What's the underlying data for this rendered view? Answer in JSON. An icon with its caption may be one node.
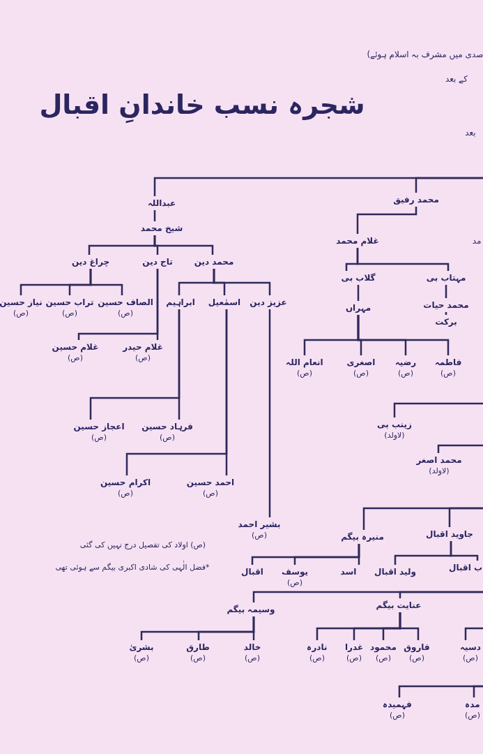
{
  "diagram": {
    "title": "شجرہ نسب خاندانِ اقبال",
    "nodes": [
      {
        "text": [
          "عبداللہ"
        ]
      },
      {
        "text": [
          "محمد رفیق"
        ]
      },
      {
        "text": [
          "شیخ محمد"
        ]
      },
      {
        "text": [
          "محمد دین"
        ]
      },
      {
        "text": [
          "تاج دین"
        ]
      },
      {
        "text": [
          "چراغ دین"
        ]
      },
      {
        "text": [
          "الصاف حسین"
        ],
        "beside": [
          "(ص)"
        ]
      },
      {
        "text": [
          "تراب حسین"
        ],
        "beside": [
          "(ص)"
        ]
      },
      {
        "text": [
          "نیاز حسین"
        ],
        "beside": [
          "(ص)"
        ]
      },
      {
        "text": [
          "غلام حیدر"
        ],
        "beside": [
          "(ص)"
        ]
      },
      {
        "text": [
          "غلام حسین"
        ],
        "beside": [
          "(ص)"
        ]
      },
      {
        "text": [
          "ابراہیم"
        ]
      },
      {
        "text": [
          "اسمٰعیل"
        ]
      },
      {
        "text": [
          "عزیز دین"
        ]
      },
      {
        "text": [
          "فرہاد حسین"
        ],
        "beside": [
          "(ص)"
        ]
      },
      {
        "text": [
          "اعجاز حسین"
        ],
        "beside": [
          "(ص)"
        ]
      },
      {
        "text": [
          "احمد حسین"
        ],
        "beside": [
          "(ص)"
        ]
      },
      {
        "text": [
          "اکرام حسین"
        ],
        "beside": [
          "(ص)"
        ]
      },
      {
        "text": [
          "بشیر احمد"
        ],
        "beside": [
          "(ص)"
        ]
      },
      {
        "text": [
          "غلام محمد"
        ]
      },
      {
        "text": [
          "گلاب بی"
        ]
      },
      {
        "text": [
          "مہتاب بی"
        ]
      },
      {
        "text": [
          "مہراں"
        ]
      },
      {
        "text": [
          "محمد حیات"
        ]
      },
      {
        "text": [
          "برکت"
        ]
      },
      {
        "text": [
          "انعام اللہ"
        ],
        "beside": [
          "(ص)"
        ]
      },
      {
        "text": [
          "اصغری"
        ],
        "beside": [
          "(ص)"
        ]
      },
      {
        "text": [
          "رضیہ"
        ],
        "beside": [
          "(ص)"
        ]
      },
      {
        "text": [
          "فاطمہ"
        ],
        "beside": [
          "(ص)"
        ]
      },
      {
        "text": [
          "زینب بی"
        ],
        "beside": [
          "(لاولد)"
        ]
      },
      {
        "text": [
          "محمد اصغر"
        ],
        "beside": [
          "(لاولد)"
        ]
      },
      {
        "text": [
          "منیرہ بیگم"
        ]
      },
      {
        "text": [
          "جاوید اقبال"
        ]
      },
      {
        "text": [
          "اسد"
        ]
      },
      {
        "text": [
          "یوسف"
        ],
        "beside": [
          "(ص)"
        ]
      },
      {
        "text": [
          "اقبال"
        ]
      },
      {
        "text": [
          "ولید اقبال"
        ]
      },
      {
        "text": [
          "ب اقبال"
        ]
      },
      {
        "text": [
          "عنایت بیگم"
        ]
      },
      {
        "text": [
          "وسیمہ بیگم"
        ]
      },
      {
        "text": [
          "خالد"
        ],
        "beside": [
          "(ص)"
        ]
      },
      {
        "text": [
          "طارق"
        ],
        "beside": [
          "(ص)"
        ]
      },
      {
        "text": [
          "بشریٰ"
        ],
        "beside": [
          "(ص)"
        ]
      },
      {
        "text": [
          "فاروق"
        ],
        "beside": [
          "(ص)"
        ]
      },
      {
        "text": [
          "محمود"
        ],
        "beside": [
          "(ص)"
        ]
      },
      {
        "text": [
          "غدرا"
        ],
        "beside": [
          "(ص)"
        ]
      },
      {
        "text": [
          "نادرہ"
        ],
        "beside": [
          "(ص)"
        ]
      },
      {
        "text": [
          "فہمیدہ"
        ],
        "beside": [
          "(ص)"
        ]
      },
      {
        "text": [
          "دسیہ"
        ],
        "beside": [
          "(ص)"
        ]
      },
      {
        "text": [
          "مدہ"
        ],
        "beside": [
          "(ص)"
        ]
      }
    ],
    "edges": [
      {
        "from": null,
        "to": 0,
        "arrow": "none"
      },
      {
        "from": null,
        "to": 1,
        "arrow": "none"
      },
      {
        "from": 0,
        "to": 2,
        "arrow": "none"
      },
      {
        "from": 2,
        "to": 3,
        "arrow": "none"
      },
      {
        "from": 2,
        "to": 4,
        "arrow": "none"
      },
      {
        "from": 2,
        "to": 5,
        "arrow": "none"
      },
      {
        "from": 5,
        "to": 6,
        "arrow": "none"
      },
      {
        "from": 5,
        "to": 7,
        "arrow": "none"
      },
      {
        "from": 5,
        "to": 8,
        "arrow": "none"
      },
      {
        "from": 4,
        "to": 9,
        "arrow": "none"
      },
      {
        "from": 4,
        "to": 10,
        "arrow": "none"
      },
      {
        "from": 3,
        "to": 11,
        "arrow": "none"
      },
      {
        "from": 3,
        "to": 12,
        "arrow": "none"
      },
      {
        "from": 3,
        "to": 13,
        "arrow": "none"
      },
      {
        "from": 11,
        "to": 14,
        "arrow": "none"
      },
      {
        "from": 11,
        "to": 15,
        "arrow": "none"
      },
      {
        "from": 12,
        "to": 16,
        "arrow": "none"
      },
      {
        "from": 12,
        "to": 17,
        "arrow": "none"
      },
      {
        "from": 13,
        "to": 18,
        "arrow": "none"
      },
      {
        "from": 1,
        "to": 19,
        "arrow": "none"
      },
      {
        "from": 19,
        "to": 20,
        "arrow": "none"
      },
      {
        "from": 19,
        "to": 21,
        "arrow": "none"
      },
      {
        "from": 20,
        "to": 22,
        "arrow": "none"
      },
      {
        "from": 21,
        "to": 23,
        "arrow": "none"
      },
      {
        "from": 23,
        "to": 24,
        "arrow": "none"
      },
      {
        "from": 22,
        "to": 25,
        "arrow": "none"
      },
      {
        "from": 22,
        "to": 26,
        "arrow": "none"
      },
      {
        "from": 22,
        "to": 27,
        "arrow": "none"
      },
      {
        "from": 22,
        "to": 28,
        "arrow": "none"
      },
      {
        "from": null,
        "to": 29,
        "arrow": "none"
      },
      {
        "from": null,
        "to": 30,
        "arrow": "none"
      },
      {
        "from": null,
        "to": 31,
        "arrow": "none"
      },
      {
        "from": null,
        "to": 32,
        "arrow": "none"
      },
      {
        "from": 31,
        "to": 33,
        "arrow": "none"
      },
      {
        "from": 31,
        "to": 34,
        "arrow": "none"
      },
      {
        "from": 31,
        "to": 35,
        "arrow": "none"
      },
      {
        "from": 32,
        "to": 36,
        "arrow": "none"
      },
      {
        "from": 32,
        "to": 37,
        "arrow": "none"
      },
      {
        "from": null,
        "to": 38,
        "arrow": "none"
      },
      {
        "from": null,
        "to": 39,
        "arrow": "none"
      },
      {
        "from": 39,
        "to": 40,
        "arrow": "none"
      },
      {
        "from": 39,
        "to": 41,
        "arrow": "none"
      },
      {
        "from": 39,
        "to": 42,
        "arrow": "none"
      },
      {
        "from": 38,
        "to": 43,
        "arrow": "none"
      },
      {
        "from": 38,
        "to": 44,
        "arrow": "none"
      },
      {
        "from": 38,
        "to": 45,
        "arrow": "none"
      },
      {
        "from": 38,
        "to": 46,
        "arrow": "none"
      },
      {
        "from": null,
        "to": 47,
        "arrow": "none"
      },
      {
        "from": null,
        "to": 48,
        "arrow": "none"
      },
      {
        "from": null,
        "to": 49,
        "arrow": "none"
      }
    ],
    "labels": [
      "صدی میں مشرف بہ اسلام ہوئے)",
      "کے بعد",
      "بعد",
      "مد",
      "(ص) اولاد کی تفصیل درج نہیں کی گئی",
      "*فضل الٰہی کی شادی اکبری بیگم سے ہوئی تھی"
    ]
  }
}
